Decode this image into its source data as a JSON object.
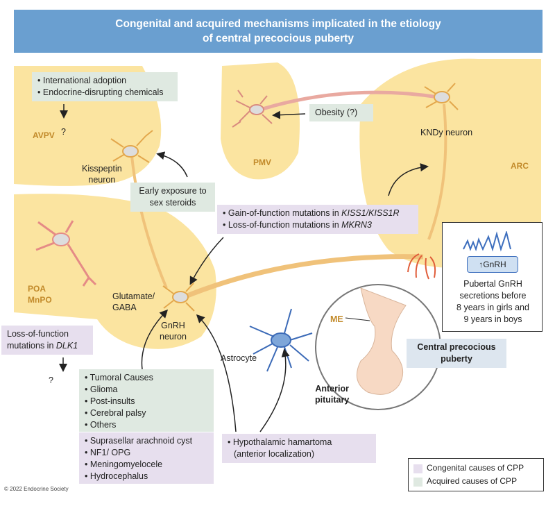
{
  "title": {
    "line1": "Congenital and acquired mechanisms implicated in the etiology",
    "line2": "of central precocious puberty"
  },
  "regions": {
    "avpv": "AVPV",
    "pmv": "PMV",
    "arc": "ARC",
    "poa": "POA",
    "mnpo": "MnPO"
  },
  "neurons": {
    "kisspeptin1": "Kisspeptin",
    "kisspeptin2": "neuron",
    "kndy": "KNDy neuron",
    "gnrh1": "GnRH",
    "gnrh2": "neuron",
    "astrocyte": "Astrocyte",
    "glutamate1": "Glutamate/",
    "glutamate2": "GABA"
  },
  "boxes": {
    "intl": [
      "International adoption",
      "Endocrine-disrupting chemicals"
    ],
    "q": "?",
    "obesity": "Obesity (?)",
    "early1": "Early exposure to",
    "early2": "sex steroids",
    "mut1_pre": "Gain-of-function mutations in ",
    "mut1_gene": "KISS1/KISS1R",
    "mut2_pre": "Loss-of-function mutations in ",
    "mut2_gene": "MKRN3",
    "dlk1_line1": "Loss-of-function",
    "dlk1_pre": "mutations in ",
    "dlk1_gene": "DLK1",
    "acquired": [
      "Tumoral Causes",
      "Glioma",
      "Post-insults",
      "Cerebral palsy",
      "Others"
    ],
    "congenital": [
      "Suprasellar arachnoid cyst",
      "NF1/ OPG",
      "Meningomyelocele",
      "Hydrocephalus"
    ],
    "hamartoma1": "Hypothalamic hamartoma",
    "hamartoma2": "(anterior localization)"
  },
  "gnrh_panel": {
    "badge": "↑GnRH",
    "line1": "Pubertal GnRH",
    "line2": "secretions before",
    "line3": "8 years in girls and",
    "line4": "9 years in boys"
  },
  "pituitary": {
    "me": "ME",
    "label1": "Anterior",
    "label2": "pituitary"
  },
  "cpp": {
    "line1": "Central precocious",
    "line2": "puberty"
  },
  "legend": {
    "congenital": "Congenital causes of CPP",
    "acquired": "Acquired causes of CPP",
    "congenital_color": "#e7dfee",
    "acquired_color": "#dfe9e1"
  },
  "copyright": "© 2022 Endocrine Society"
}
